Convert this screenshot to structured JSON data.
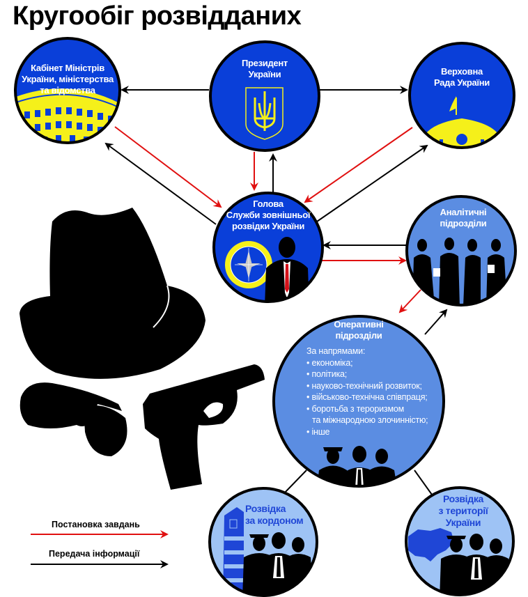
{
  "title": "Кругообіг розвідданих",
  "nodes": {
    "cabinet": {
      "label_lines": [
        "Кабінет Міністрів",
        "України, міністерства",
        "та відомства"
      ]
    },
    "president": {
      "label_lines": [
        "Президент",
        "України"
      ]
    },
    "rada": {
      "label_lines": [
        "Верховна",
        "Рада України"
      ]
    },
    "head": {
      "label_lines": [
        "Голова",
        "Служби зовнішньої",
        "розвідки України"
      ]
    },
    "analytic": {
      "label_lines": [
        "Аналітичні",
        "підрозділи"
      ]
    },
    "operative": {
      "label_lines": [
        "Оперативні",
        "підрозділи"
      ],
      "intro": "За напрямами:",
      "items": [
        [
          "економіка;"
        ],
        [
          "політика;"
        ],
        [
          "науково-технічний розвиток;"
        ],
        [
          "військово-технічна співпраця;"
        ],
        [
          "боротьба з тероризмом",
          "та міжнародною злочинністю;"
        ],
        [
          "інше"
        ]
      ]
    },
    "abroad": {
      "label_lines": [
        "Розвідка",
        "за кордоном"
      ]
    },
    "territory": {
      "label_lines": [
        "Розвідка",
        "з території",
        "України"
      ]
    }
  },
  "legend": {
    "tasking": {
      "label": "Постановка завдань",
      "color": "#e01010"
    },
    "info": {
      "label": "Передача інформації",
      "color": "#000000"
    }
  },
  "colors": {
    "dark_blue": "#0a3fd9",
    "mid_blue": "#5b8de2",
    "light_blue": "#9ec3f5",
    "yellow": "#f5f01a",
    "red": "#e01010",
    "black": "#000000"
  }
}
